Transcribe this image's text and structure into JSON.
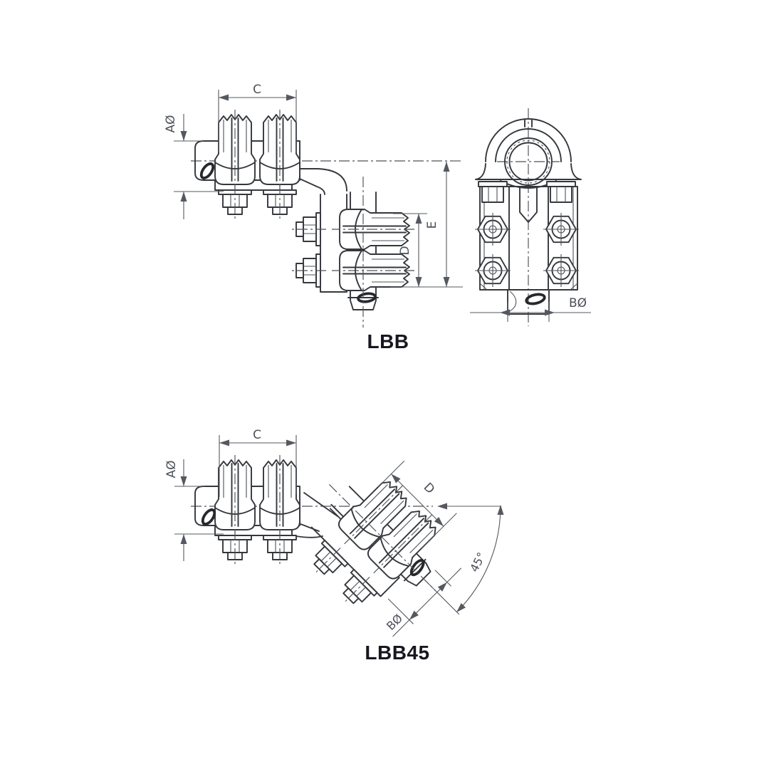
{
  "page": {
    "background": "#ffffff"
  },
  "colors": {
    "drawing_line": "#34373c",
    "dimension_line": "#55595f",
    "dimension_text": "#4b5058",
    "title_text": "#17171f"
  },
  "figure_lbb": {
    "title": "LBB",
    "dim_top_width": "C",
    "dim_conductor_dia": "AØ",
    "dim_overall_height": "E",
    "dim_clamp_height": "D",
    "dim_stem_dia": "BØ"
  },
  "figure_lbb45": {
    "title": "LBB45",
    "dim_top_width": "C",
    "dim_conductor_dia": "AØ",
    "dim_clamp_length": "D",
    "dim_stem_dia": "BØ",
    "dim_angle": "45°"
  }
}
